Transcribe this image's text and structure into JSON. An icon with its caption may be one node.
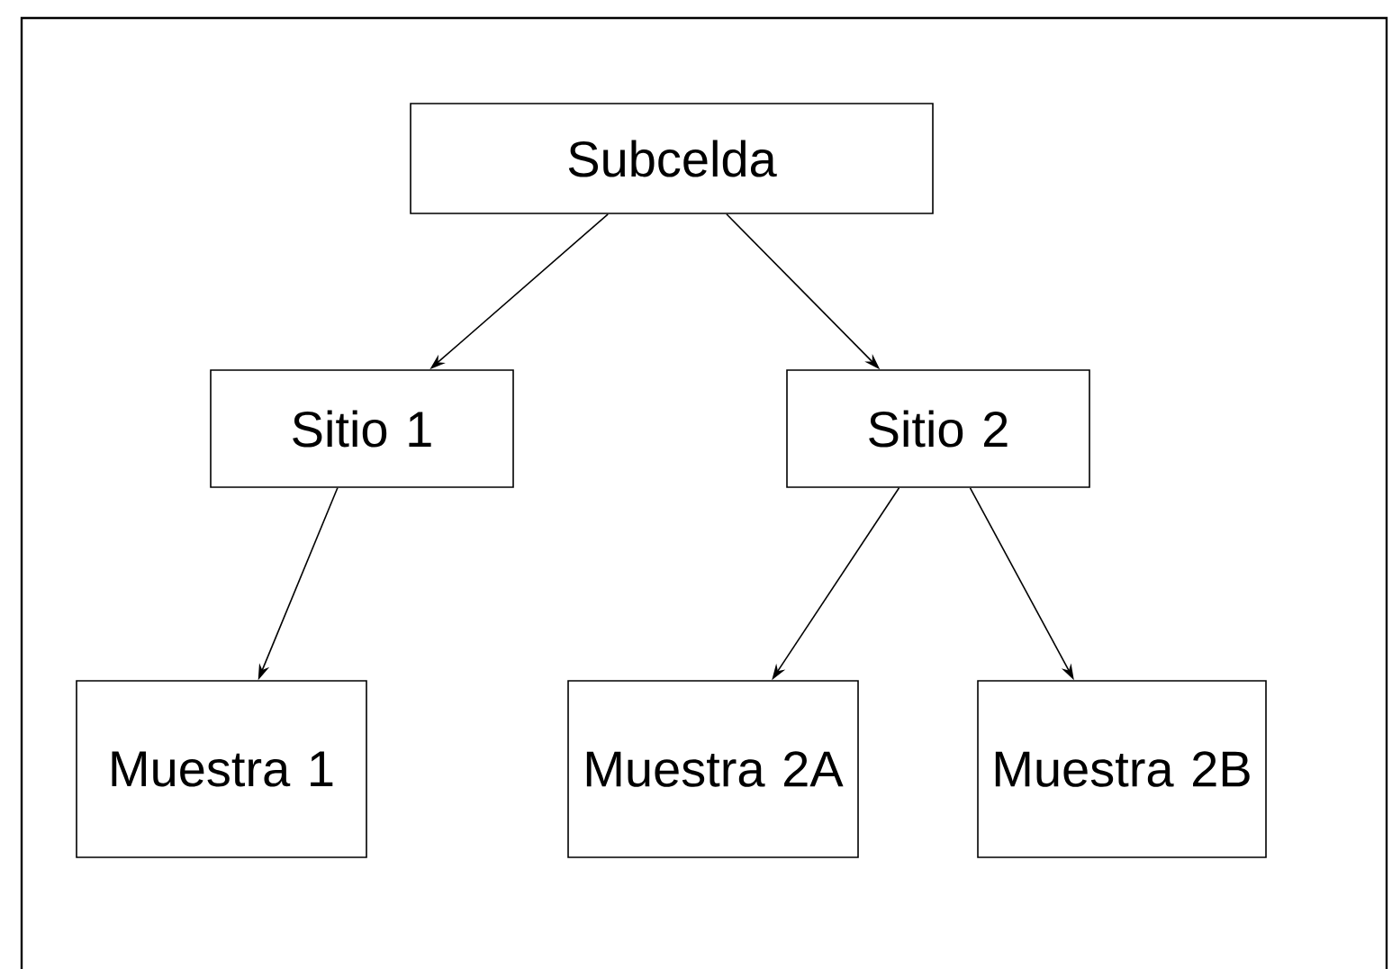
{
  "diagram": {
    "nodes": [
      {
        "text": [
          "Subcelda"
        ]
      },
      {
        "text": [
          "Sitio 1"
        ]
      },
      {
        "text": [
          "Sitio 2"
        ]
      },
      {
        "text": [
          "Muestra 1"
        ]
      },
      {
        "text": [
          "Muestra 2A"
        ]
      },
      {
        "text": [
          "Muestra 2B"
        ]
      }
    ],
    "edges": [
      {
        "from": 0,
        "to": 1,
        "arrow": "to"
      },
      {
        "from": 0,
        "to": 2,
        "arrow": "to"
      },
      {
        "from": 1,
        "to": 3,
        "arrow": "to"
      },
      {
        "from": 2,
        "to": 4,
        "arrow": "to"
      },
      {
        "from": 2,
        "to": 5,
        "arrow": "to"
      }
    ]
  }
}
